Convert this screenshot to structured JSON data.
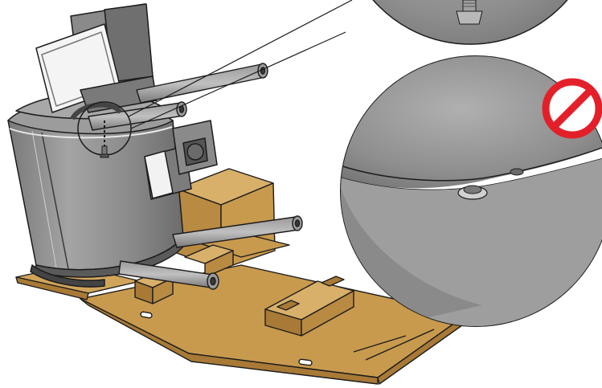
{
  "illustration": {
    "subject": "assembly-instruction-diagram",
    "parts": [
      "machine-body",
      "support-bars",
      "shipping-carton",
      "pallet-board",
      "screw-callout",
      "zoom-magnifier-top",
      "zoom-magnifier-bottom",
      "prohibited-icon"
    ]
  },
  "colors": {
    "background": "#ffffff",
    "body_gray": "#8e8e8e",
    "body_dark": "#6f6f6f",
    "body_light": "#b4b4b4",
    "cardboard": "#c89a4e",
    "cardboard_dark": "#a87a36",
    "cardboard_light": "#d8b06a",
    "outline": "#1c1c1c",
    "prohibited_red": "#e3202a"
  },
  "icons": {
    "prohibited": "prohibited-icon",
    "screw": "screw-icon"
  }
}
